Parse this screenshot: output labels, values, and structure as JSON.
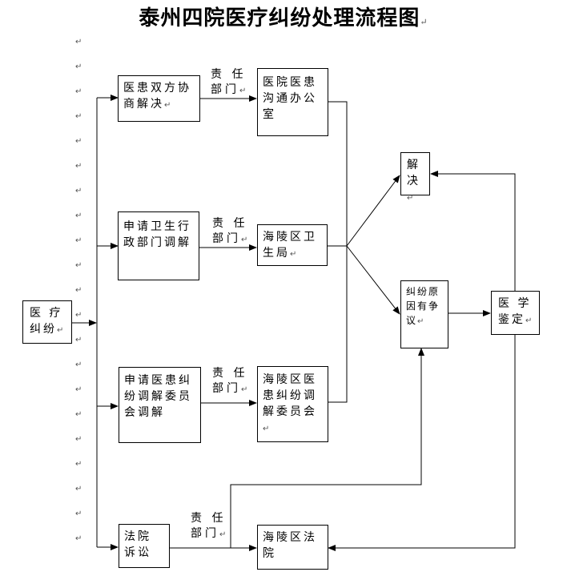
{
  "title": "泰州四院医疗纠纷处理流程图",
  "paragraph_mark": "↵",
  "nodes": {
    "start": "医 疗\n纠纷",
    "negotiate": "医患双方协商解决",
    "health_mediation": "申请卫生行政部门调解",
    "committee_mediation": "申请医患纠纷调解委员会调解",
    "court_suit": "法院诉讼",
    "hospital_office": "医院医患沟通办公室",
    "health_bureau": "海陵区卫生局",
    "mediation_committee": "海陵区医患纠纷调解委员会",
    "district_court": "海陵区法院",
    "resolved": "解决",
    "dispute": "纠纷原因有争议",
    "appraisal": "医 学\n鉴定"
  },
  "edge_labels": {
    "responsible_dept": "责 任\n部门"
  }
}
